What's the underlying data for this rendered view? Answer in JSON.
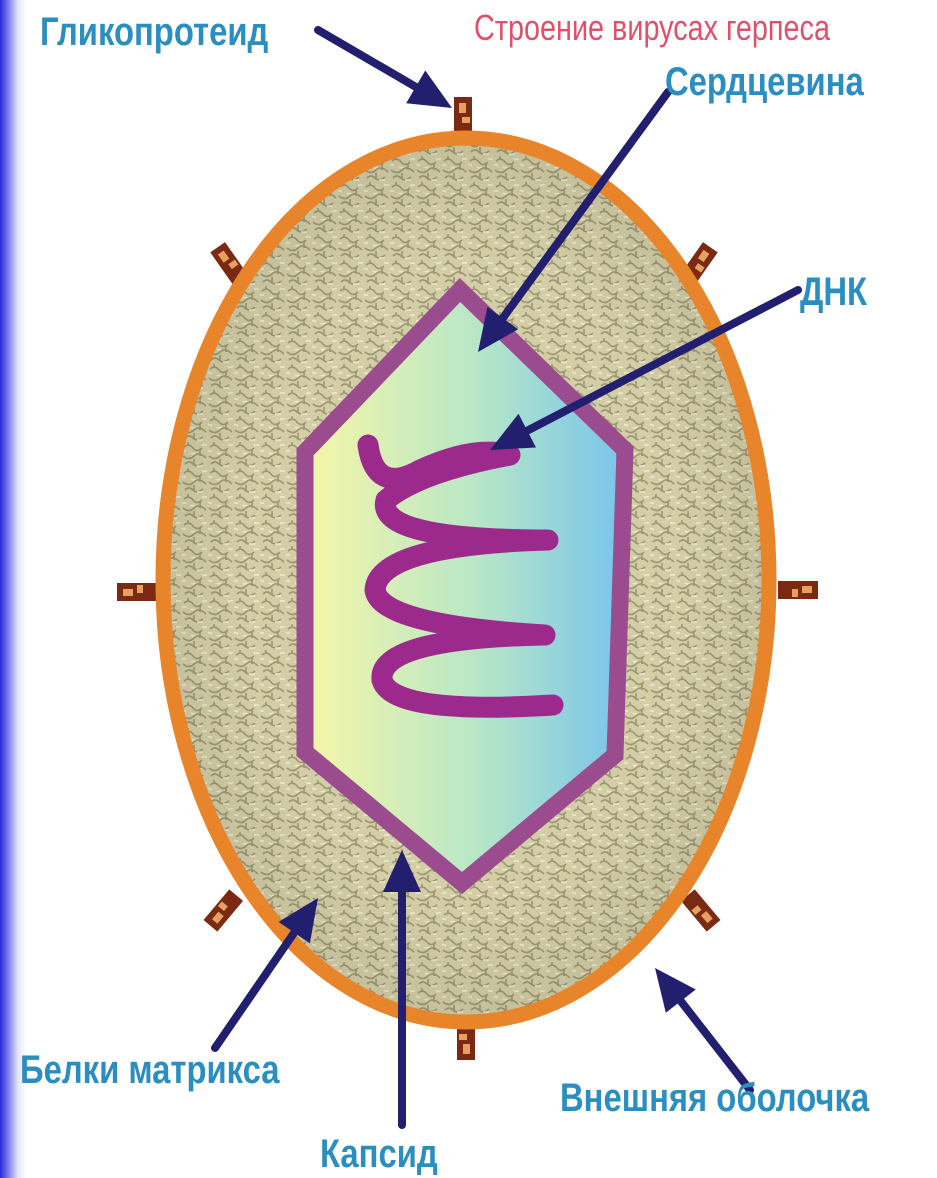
{
  "title": "Строение вирусах герпеса",
  "labels": {
    "glycoprotein": "Гликопротеид",
    "core": "Сердцевина",
    "dna": "ДНК",
    "matrix": "Белки матрикса",
    "capsid": "Капсид",
    "envelope": "Внешняя оболочка"
  },
  "colors": {
    "envelope": "#e8842a",
    "capsid_border": "#9a4c8e",
    "dna": "#9c2a8c",
    "arrow": "#22206e",
    "label": "#2a8fc0",
    "title": "#e0506a",
    "matrix_fill": "#cfc9a0",
    "spike": "#7a2a12"
  }
}
